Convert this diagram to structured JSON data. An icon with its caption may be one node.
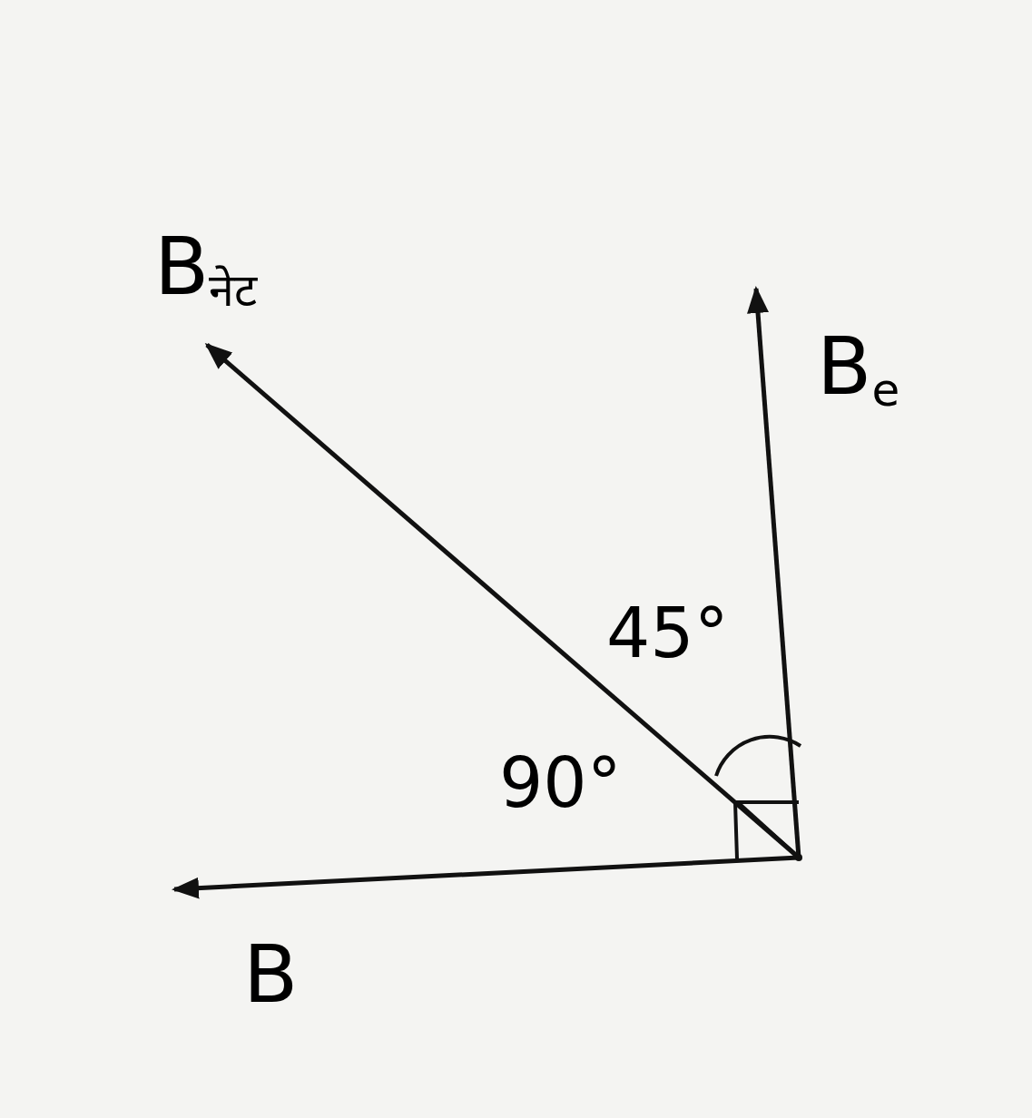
{
  "diagram": {
    "nodes": [
      {
        "text": [
          "B$_{नेट}$"
        ]
      },
      {
        "text": [
          "B$_{e}$"
        ]
      },
      {
        "text": [
          "B"
        ]
      },
      {
        "text": [],
        "shape": "point"
      }
    ],
    "edges": [
      {
        "from": 3,
        "to": 0,
        "arrow": "to"
      },
      {
        "from": 3,
        "to": 1,
        "arrow": "to"
      },
      {
        "from": 3,
        "to": 2,
        "arrow": "to"
      }
    ],
    "labels": [
      "45°",
      "90°"
    ]
  }
}
